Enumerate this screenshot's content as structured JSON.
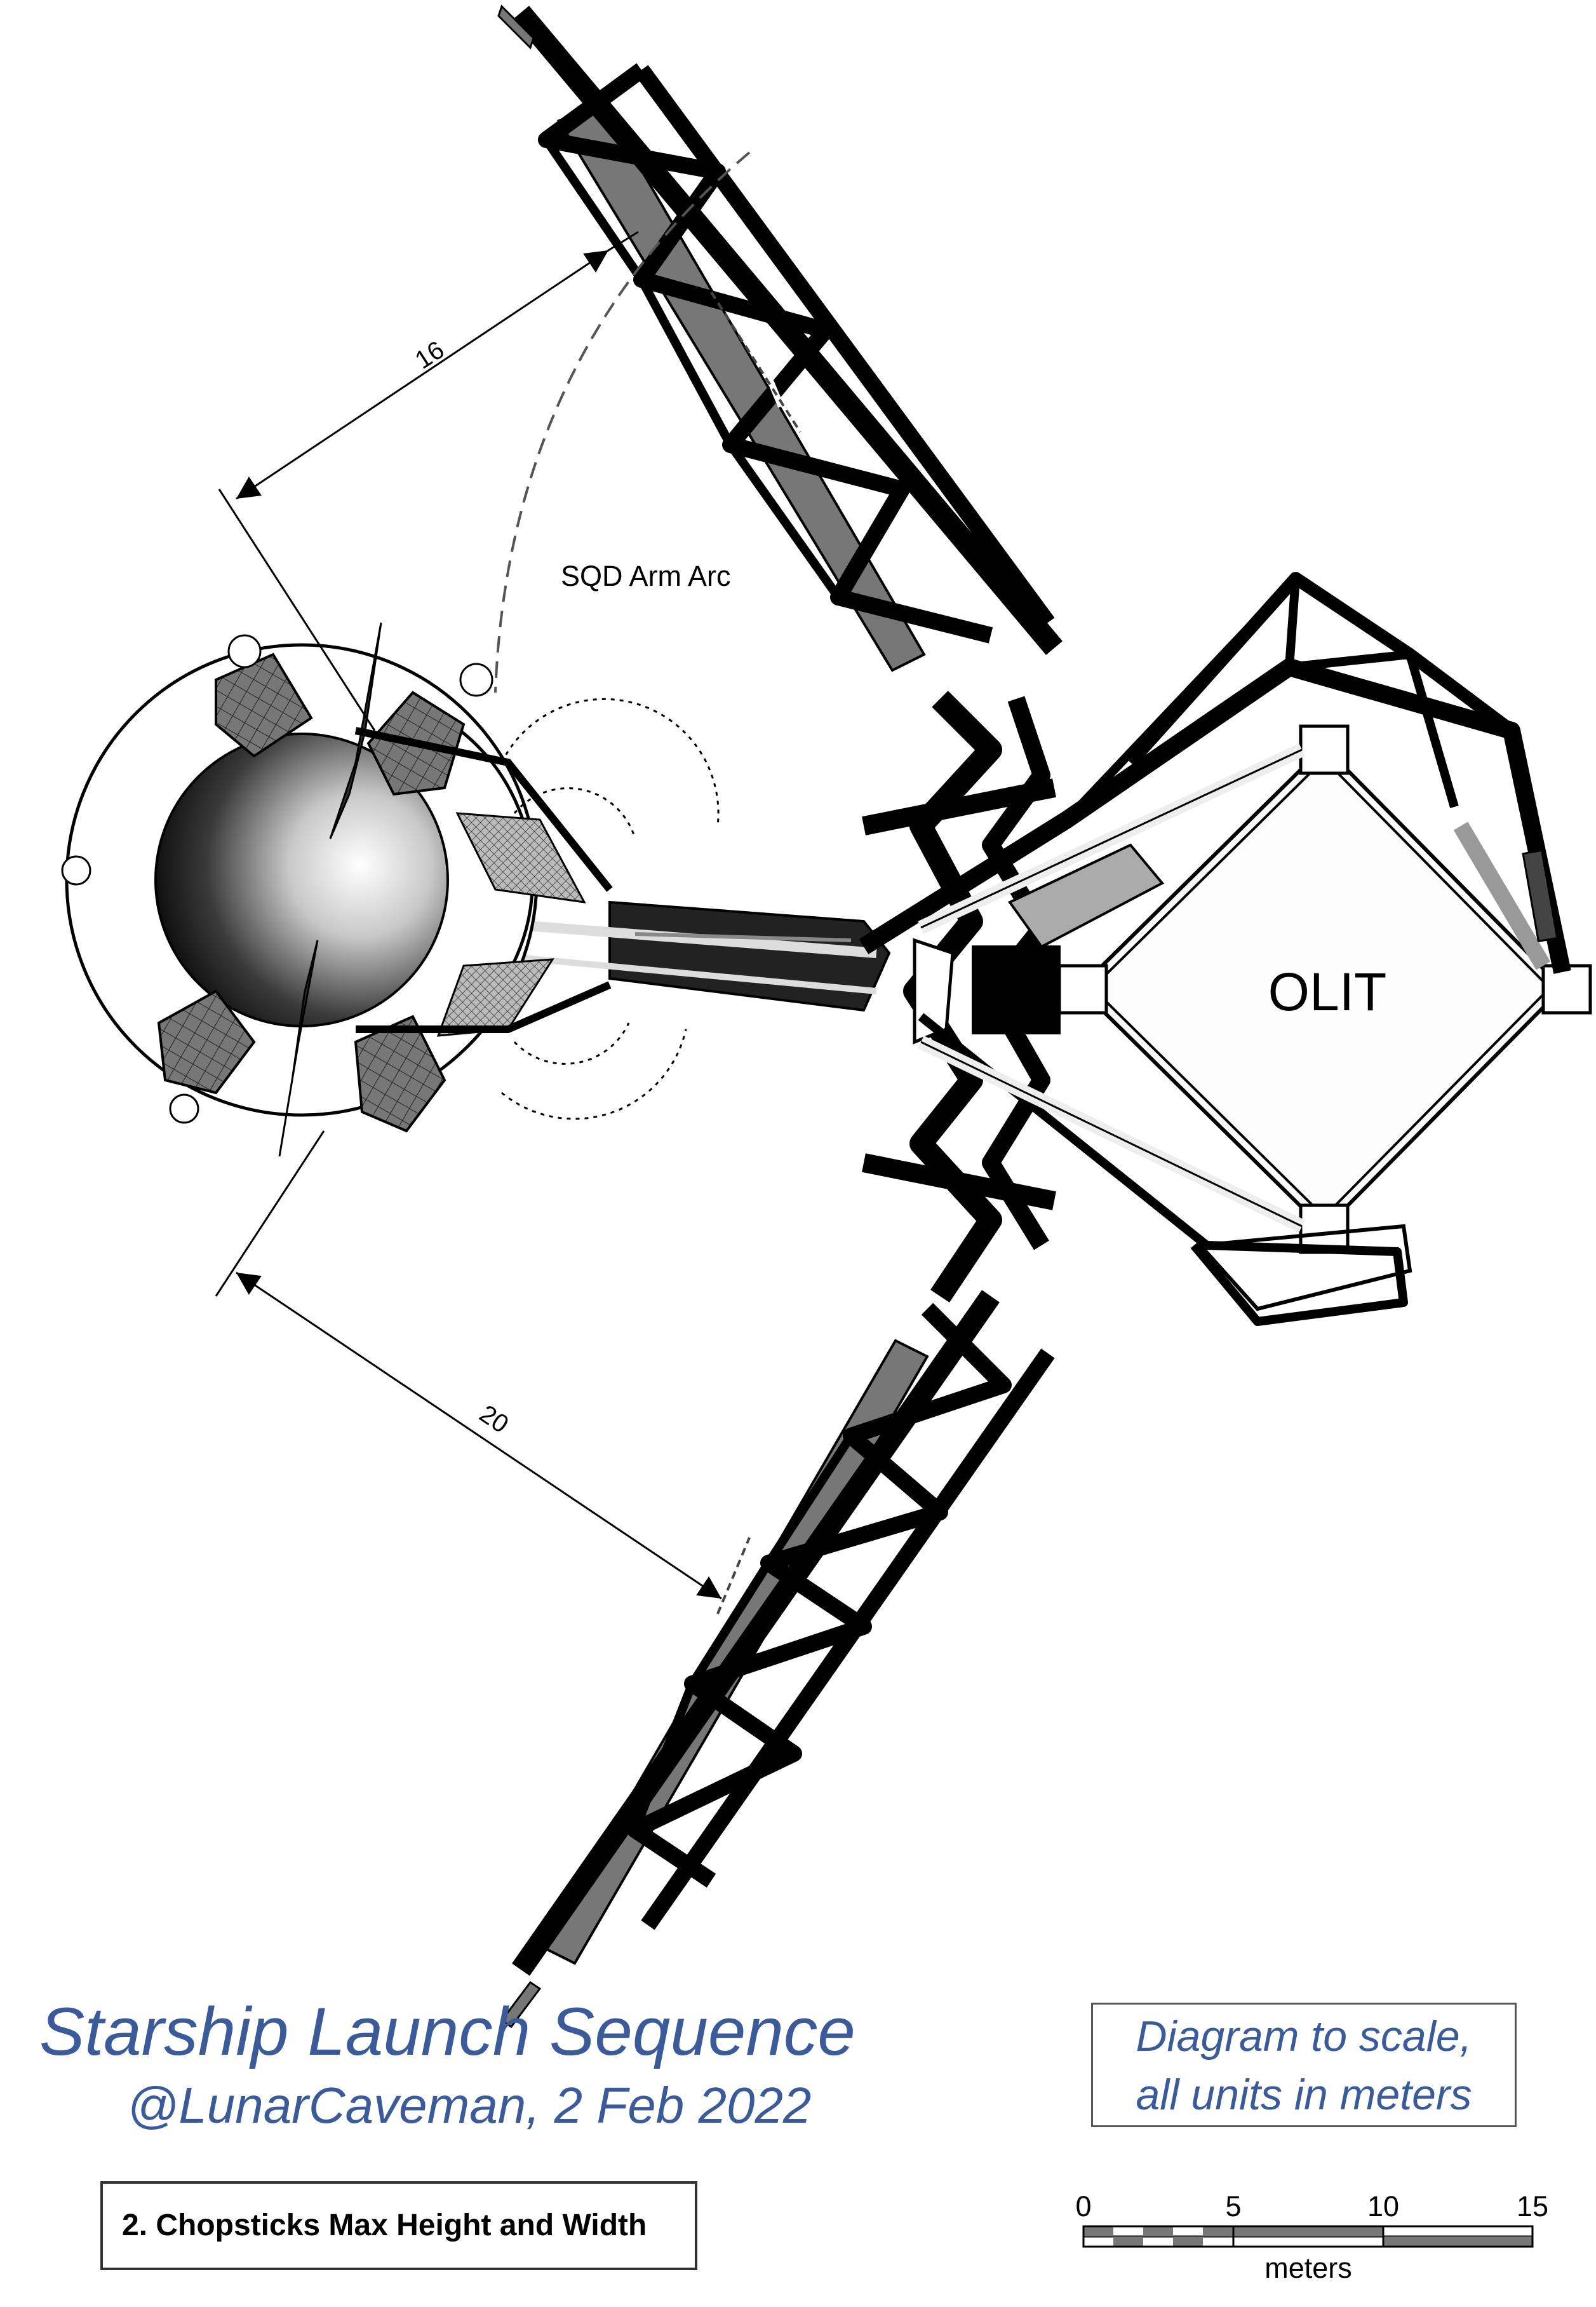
{
  "labels": {
    "sqd_arc": "SQD Arm Arc",
    "olit": "OLIT",
    "dim_upper": "16",
    "dim_lower": "20"
  },
  "title": {
    "main": "Starship Launch Sequence",
    "sub": "@LunarCaveman, 2 Feb 2022"
  },
  "scale_note": {
    "line1": "Diagram to scale,",
    "line2": "all units in meters"
  },
  "step": "2. Chopsticks Max Height and Width",
  "scale_bar": {
    "ticks": [
      "0",
      "5",
      "10",
      "15"
    ],
    "unit": "meters"
  },
  "colors": {
    "title_blue": "#3b5a9a",
    "truss": "#000000",
    "tile_gray": "#6b6b6b"
  }
}
